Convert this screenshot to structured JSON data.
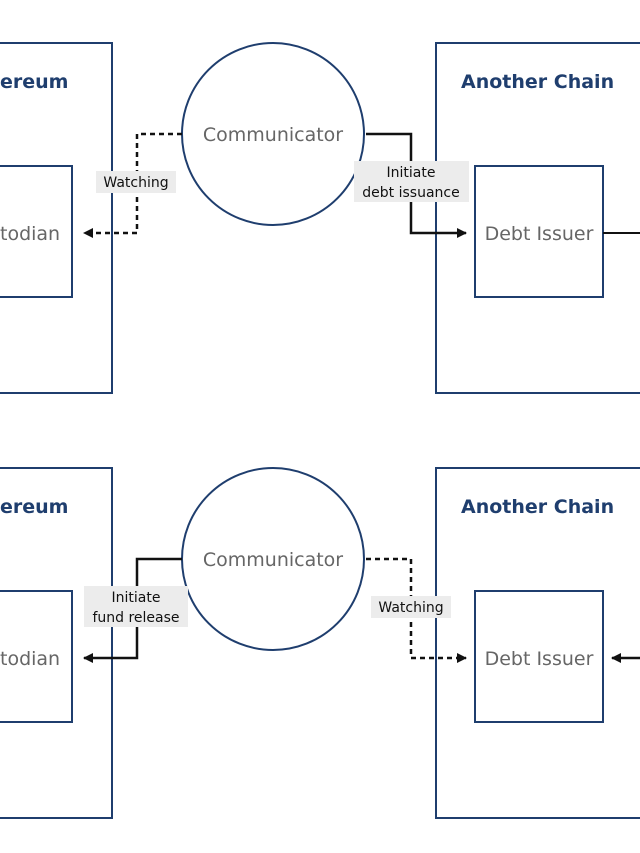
{
  "colors": {
    "chain_border": "#1f3e6e",
    "title": "#1f3e6e",
    "label_text": "#666666",
    "arrow": "#111111",
    "edge_label_bg": "#ececec",
    "edge_label_text": "#111111"
  },
  "top_panel": {
    "left_chain_title": "ereum",
    "left_inner_label": "todian",
    "right_chain_title": "Another Chain",
    "right_inner_label": "Debt Issuer",
    "communicator_label": "Communicator",
    "left_edge_label": "Watching",
    "right_edge_label_line1": "Initiate",
    "right_edge_label_line2": "debt issuance"
  },
  "bottom_panel": {
    "left_chain_title": "ereum",
    "left_inner_label": "todian",
    "right_chain_title": "Another Chain",
    "right_inner_label": "Debt Issuer",
    "communicator_label": "Communicator",
    "left_edge_label_line1": "Initiate",
    "left_edge_label_line2": "fund release",
    "right_edge_label": "Watching"
  }
}
